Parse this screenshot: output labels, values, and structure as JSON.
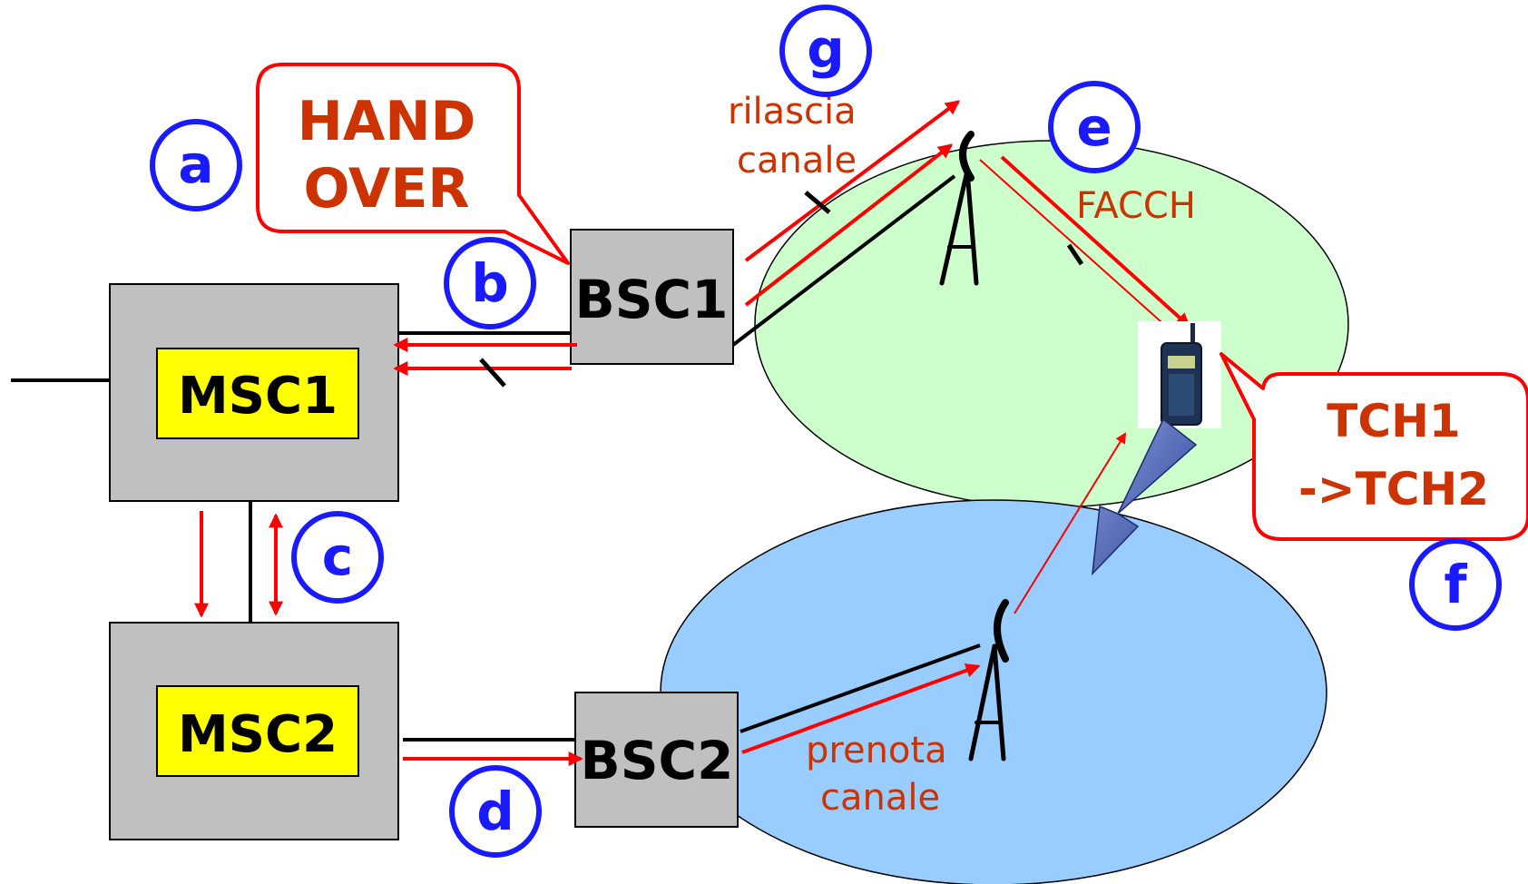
{
  "colors": {
    "cell1_fill": "#ccffcc",
    "cell2_fill": "#99ccff",
    "box_fill": "#c0c0c0",
    "msc_label_fill": "#ffff00",
    "arrow_red": "#ff0000",
    "step_blue": "#1a1aff",
    "label_brown": "#cc3300",
    "callout_border": "#ff0000"
  },
  "nodes": {
    "msc1": "MSC1",
    "msc2": "MSC2",
    "bsc1": "BSC1",
    "bsc2": "BSC2"
  },
  "steps": {
    "a": "a",
    "b": "b",
    "c": "c",
    "d": "d",
    "e": "e",
    "f": "f",
    "g": "g"
  },
  "callouts": {
    "handover_line1": "HAND",
    "handover_line2": "OVER",
    "tch_line1": "TCH1",
    "tch_line2": "->TCH2"
  },
  "labels": {
    "rilascia": "rilascia",
    "canale_top": "canale",
    "facch": "FACCH",
    "prenota": "prenota",
    "canale_bottom": "canale"
  },
  "icons": {
    "antenna": "antenna-tower-icon",
    "phone": "mobile-phone-icon",
    "movement": "handover-direction-arrow-icon"
  }
}
